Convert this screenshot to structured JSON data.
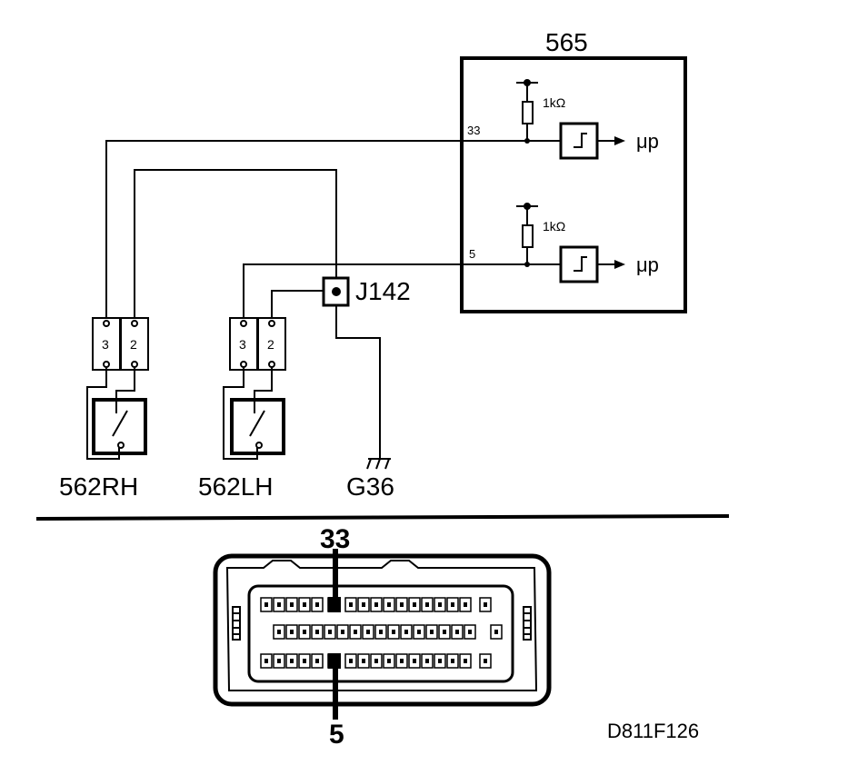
{
  "ecu": {
    "id": "565",
    "pin_33": "33",
    "pin_5": "5"
  },
  "resistor": {
    "value_top": "1kΩ",
    "value_bottom": "1kΩ"
  },
  "micro": {
    "output_top": "μp",
    "output_bottom": "μp"
  },
  "junction": {
    "id": "J142"
  },
  "switch_rh": {
    "id": "562RH",
    "pin_a": "3",
    "pin_b": "2"
  },
  "switch_lh": {
    "id": "562LH",
    "pin_a": "3",
    "pin_b": "2"
  },
  "ground": {
    "id": "G36"
  },
  "connector": {
    "callout_top": "33",
    "callout_bottom": "5"
  },
  "figure_code": "D811F126"
}
